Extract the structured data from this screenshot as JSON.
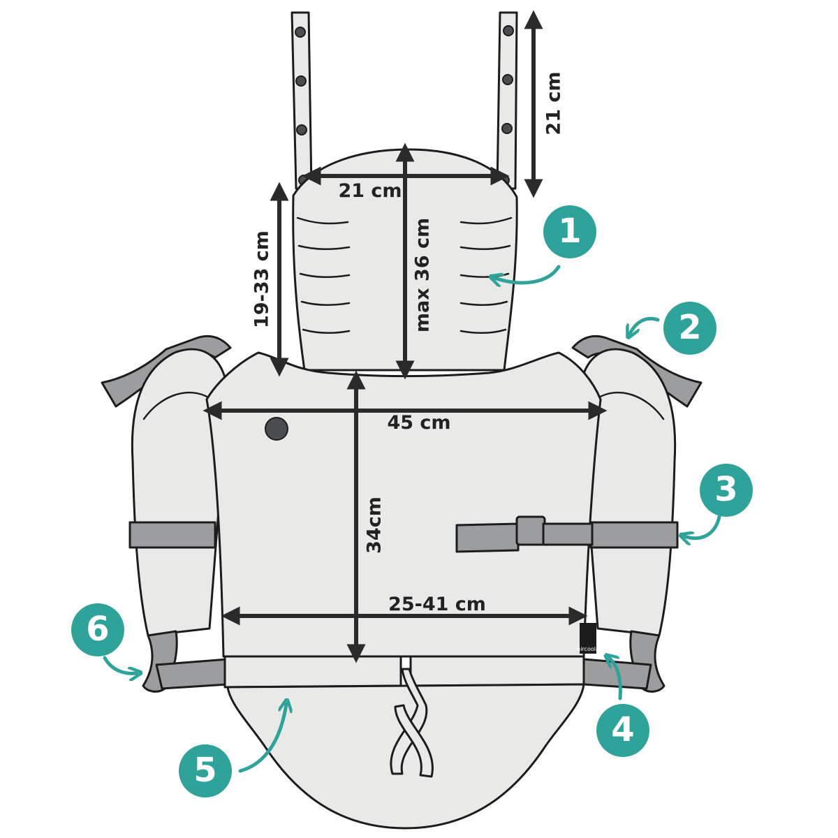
{
  "dimensions": {
    "strap_length": "21 cm",
    "headrest_width": "21 cm",
    "headrest_height": "max 36 cm",
    "back_height_adjust": "19-33 cm",
    "panel_width": "45 cm",
    "panel_height": "34cm",
    "seat_width": "25-41 cm"
  },
  "callouts": [
    {
      "number": "1"
    },
    {
      "number": "2"
    },
    {
      "number": "3"
    },
    {
      "number": "4"
    },
    {
      "number": "5"
    },
    {
      "number": "6"
    }
  ],
  "label_tag": {
    "brand": "nircoola"
  },
  "colors": {
    "accent": "#2fa39a",
    "fabric": "#e9eae8",
    "strap": "#9b9d9f",
    "outline": "#1c1c1c"
  }
}
